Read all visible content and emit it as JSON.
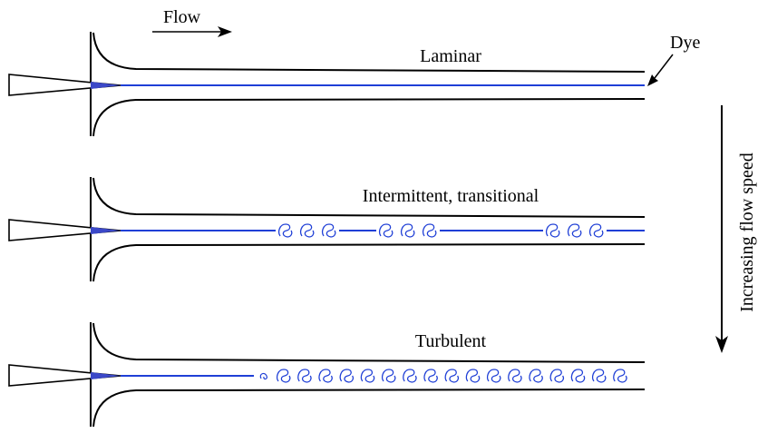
{
  "labels": {
    "flow": "Flow",
    "dye": "Dye",
    "speed": "Increasing flow speed"
  },
  "regimes": [
    {
      "label": "Laminar",
      "pattern": "laminar"
    },
    {
      "label": "Intermittent, transitional",
      "pattern": "intermittent"
    },
    {
      "label": "Turbulent",
      "pattern": "turbulent"
    }
  ],
  "colors": {
    "dye": "#1f3fd6",
    "outline": "#000000",
    "nozzle_tip": "#3b48c8"
  }
}
